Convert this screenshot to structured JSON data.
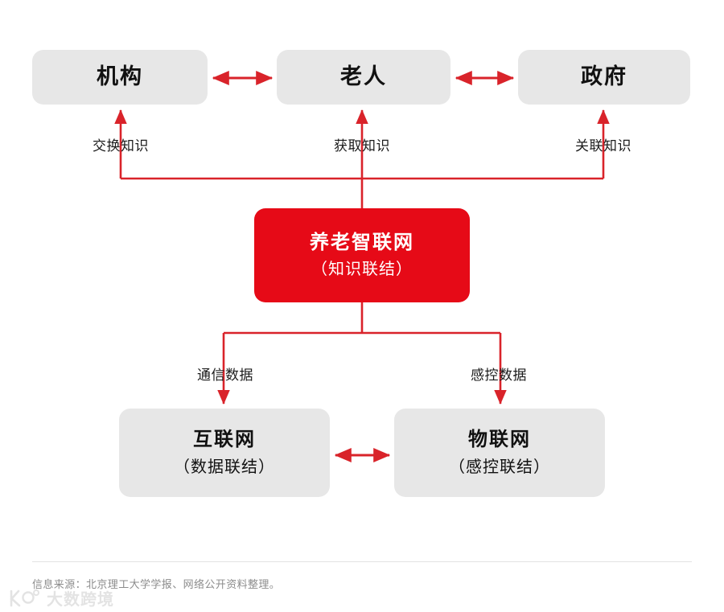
{
  "diagram": {
    "top_nodes": [
      {
        "id": "org",
        "title": "机构"
      },
      {
        "id": "elder",
        "title": "老人"
      },
      {
        "id": "gov",
        "title": "政府"
      }
    ],
    "core_node": {
      "title": "养老智联网",
      "subtitle": "（知识联结）"
    },
    "bottom_nodes": [
      {
        "id": "internet",
        "title": "互联网",
        "subtitle": "（数据联结）"
      },
      {
        "id": "iot",
        "title": "物联网",
        "subtitle": "（感控联结）"
      }
    ],
    "edge_labels": {
      "exchange": "交换知识",
      "acquire": "获取知识",
      "relate": "关联知识",
      "communication": "通信数据",
      "sensing": "感控数据"
    },
    "colors": {
      "accent_red": "#e60a17",
      "connector_red": "#d9232a",
      "node_grey": "#e7e7e7",
      "text_dark": "#111111",
      "footer_grey": "#8c8c8c"
    }
  },
  "footer": {
    "source": "信息来源：北京理工大学学报、网络公开资料整理。",
    "watermark_text": "大数跨境",
    "watermark_icon": "logo-icon"
  }
}
